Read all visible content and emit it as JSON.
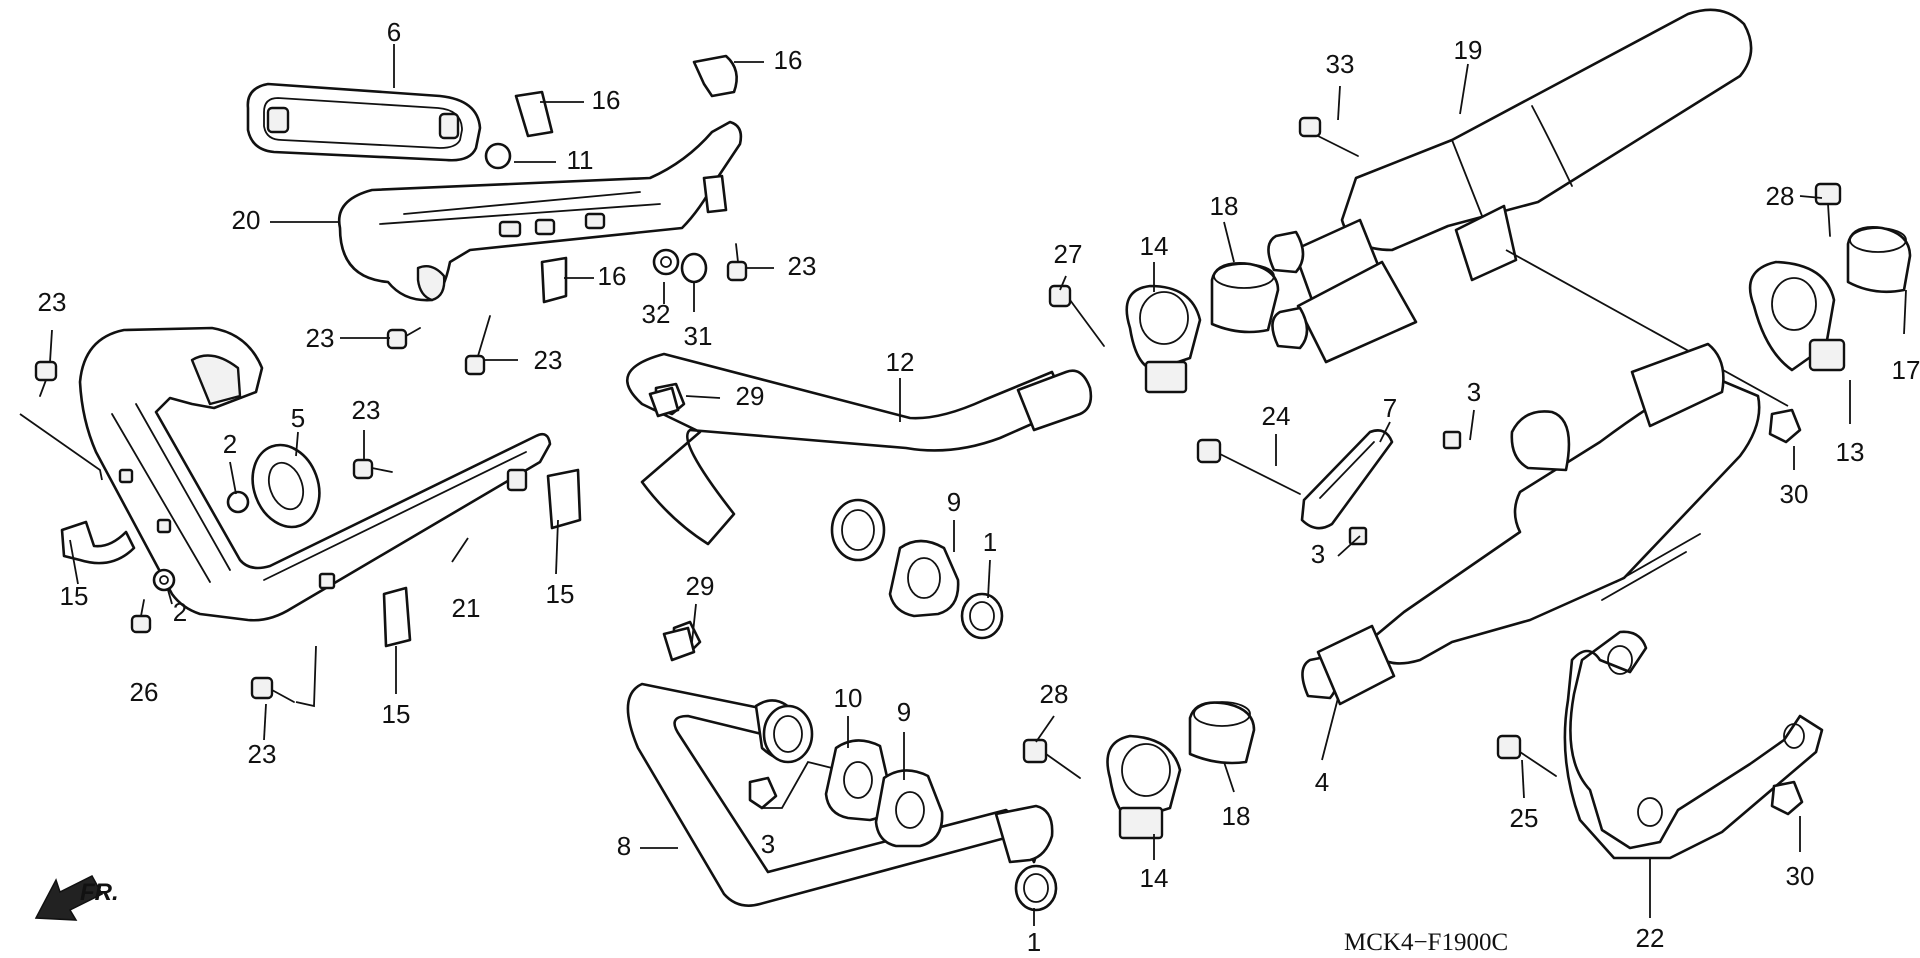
{
  "diagram": {
    "code": "MCK4−F1900C",
    "direction_label": "FR."
  },
  "callouts": [
    {
      "id": "c6",
      "label": "6"
    },
    {
      "id": "c16a",
      "label": "16"
    },
    {
      "id": "c16b",
      "label": "16"
    },
    {
      "id": "c16c",
      "label": "16"
    },
    {
      "id": "c11",
      "label": "11"
    },
    {
      "id": "c20",
      "label": "20"
    },
    {
      "id": "c23a",
      "label": "23"
    },
    {
      "id": "c23b",
      "label": "23"
    },
    {
      "id": "c23c",
      "label": "23"
    },
    {
      "id": "c23d",
      "label": "23"
    },
    {
      "id": "c23e",
      "label": "23"
    },
    {
      "id": "c23f",
      "label": "23"
    },
    {
      "id": "c32",
      "label": "32"
    },
    {
      "id": "c31",
      "label": "31"
    },
    {
      "id": "c5",
      "label": "5"
    },
    {
      "id": "c2a",
      "label": "2"
    },
    {
      "id": "c2b",
      "label": "2"
    },
    {
      "id": "c15a",
      "label": "15"
    },
    {
      "id": "c15b",
      "label": "15"
    },
    {
      "id": "c15c",
      "label": "15"
    },
    {
      "id": "c21",
      "label": "21"
    },
    {
      "id": "c26",
      "label": "26"
    },
    {
      "id": "c12",
      "label": "12"
    },
    {
      "id": "c29a",
      "label": "29"
    },
    {
      "id": "c29b",
      "label": "29"
    },
    {
      "id": "c9a",
      "label": "9"
    },
    {
      "id": "c9b",
      "label": "9"
    },
    {
      "id": "c1a",
      "label": "1"
    },
    {
      "id": "c1b",
      "label": "1"
    },
    {
      "id": "c10",
      "label": "10"
    },
    {
      "id": "c3a",
      "label": "3"
    },
    {
      "id": "c3b",
      "label": "3"
    },
    {
      "id": "c3c",
      "label": "3"
    },
    {
      "id": "c8",
      "label": "8"
    },
    {
      "id": "c27",
      "label": "27"
    },
    {
      "id": "c28a",
      "label": "28"
    },
    {
      "id": "c28b",
      "label": "28"
    },
    {
      "id": "c14a",
      "label": "14"
    },
    {
      "id": "c14b",
      "label": "14"
    },
    {
      "id": "c18a",
      "label": "18"
    },
    {
      "id": "c18b",
      "label": "18"
    },
    {
      "id": "c33",
      "label": "33"
    },
    {
      "id": "c19",
      "label": "19"
    },
    {
      "id": "c24",
      "label": "24"
    },
    {
      "id": "c7",
      "label": "7"
    },
    {
      "id": "c4",
      "label": "4"
    },
    {
      "id": "c17",
      "label": "17"
    },
    {
      "id": "c13",
      "label": "13"
    },
    {
      "id": "c30a",
      "label": "30"
    },
    {
      "id": "c30b",
      "label": "30"
    },
    {
      "id": "c25",
      "label": "25"
    },
    {
      "id": "c22",
      "label": "22"
    }
  ]
}
